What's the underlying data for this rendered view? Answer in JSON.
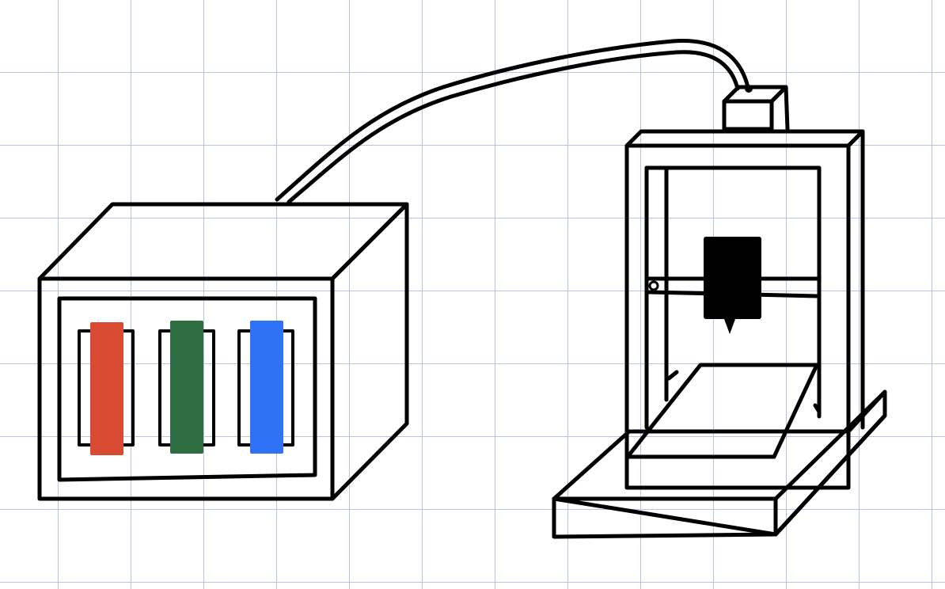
{
  "colors": {
    "background": "#ffffff",
    "grid": "#b7c3e0",
    "ink": "#000000",
    "spool_red": "#d94a33",
    "spool_green": "#2f6e43",
    "spool_blue": "#2f72f5"
  },
  "filament_box": {
    "spools": [
      {
        "name": "red-spool",
        "color": "#d94a33"
      },
      {
        "name": "green-spool",
        "color": "#2f6e43"
      },
      {
        "name": "blue-spool",
        "color": "#2f72f5"
      }
    ]
  },
  "printer": {
    "print_head_color": "#000000"
  }
}
